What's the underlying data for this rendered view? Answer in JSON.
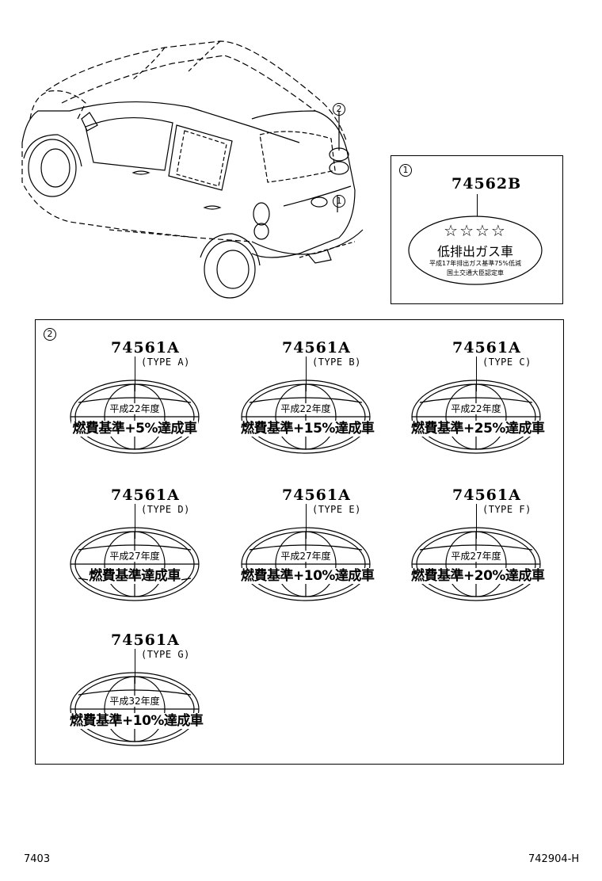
{
  "callout1": "1",
  "callout2": "2",
  "panel1": {
    "circle": "1",
    "part_no": "74562B",
    "emblem_title": "低排出ガス車",
    "emblem_stars": "☆☆☆☆",
    "emblem_fine1": "平成17年排出ガス基準75%低減",
    "emblem_fine2": "国土交通大臣認定車"
  },
  "panel2": {
    "circle": "2",
    "badges": [
      {
        "part_no": "74561A",
        "type": "(TYPE A)",
        "year": "平成22年度",
        "text": "燃費基準+5%達成車"
      },
      {
        "part_no": "74561A",
        "type": "(TYPE B)",
        "year": "平成22年度",
        "text": "燃費基準+15%達成車"
      },
      {
        "part_no": "74561A",
        "type": "(TYPE C)",
        "year": "平成22年度",
        "text": "燃費基準+25%達成車"
      },
      {
        "part_no": "74561A",
        "type": "(TYPE D)",
        "year": "平成27年度",
        "text": "燃費基準達成車"
      },
      {
        "part_no": "74561A",
        "type": "(TYPE E)",
        "year": "平成27年度",
        "text": "燃費基準+10%達成車"
      },
      {
        "part_no": "74561A",
        "type": "(TYPE F)",
        "year": "平成27年度",
        "text": "燃費基準+20%達成車"
      },
      {
        "part_no": "74561A",
        "type": "(TYPE G)",
        "year": "平成32年度",
        "text": "燃費基準+10%達成車"
      }
    ]
  },
  "footer": {
    "left": "7403",
    "right": "742904-H"
  }
}
